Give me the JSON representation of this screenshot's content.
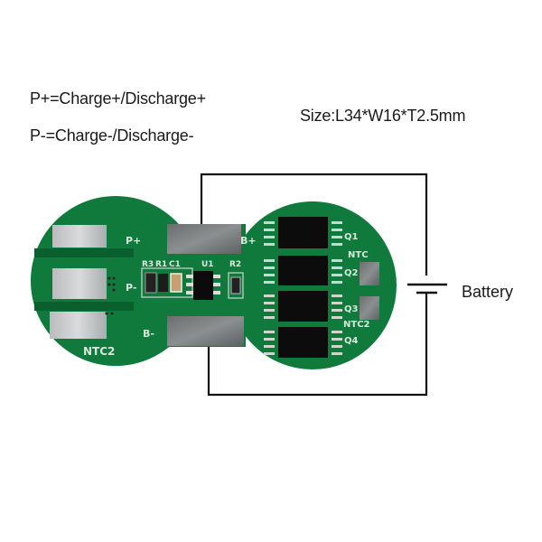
{
  "captions": {
    "p_plus": "P+=Charge+/Discharge+",
    "p_minus": "P-=Charge-/Discharge-",
    "size": "Size:L34*W16*T2.5mm"
  },
  "battery": {
    "label": "Battery"
  },
  "board": {
    "color": "#0f7a3c",
    "silkscreen": {
      "p_plus": "P+",
      "p_minus": "P-",
      "b_plus": "B+",
      "b_minus": "B-",
      "ntc2_left": "NTC2",
      "r3": "R3",
      "r1": "R1",
      "c1": "C1",
      "u1": "U1",
      "r2": "R2",
      "q1": "Q1",
      "q2": "Q2",
      "q3": "Q3",
      "q4": "Q4",
      "ntc": "NTC",
      "ntc2_right": "NTC2"
    }
  }
}
